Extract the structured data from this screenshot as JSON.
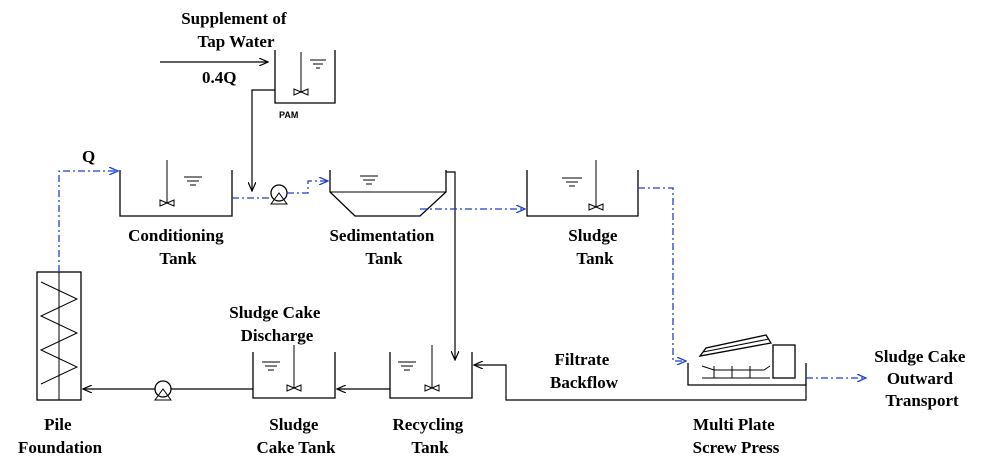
{
  "labels": {
    "supplement": [
      "Supplement of",
      "Tap Water"
    ],
    "tap_flow": "0.4Q",
    "pam": "PAM",
    "q": "Q",
    "conditioning_tank": [
      "Conditioning",
      "Tank"
    ],
    "sedimentation_tank": [
      "Sedimentation",
      "Tank"
    ],
    "sludge_tank": [
      "Sludge",
      "Tank"
    ],
    "sludge_cake_discharge": [
      "Sludge Cake",
      "Discharge"
    ],
    "filtrate_backflow": [
      "Filtrate",
      "Backflow"
    ],
    "sludge_cake_outward": [
      "Sludge Cake",
      "Outward",
      "Transport"
    ],
    "pile_foundation": [
      "Pile",
      "Foundation"
    ],
    "sludge_cake_tank": [
      "Sludge",
      "Cake Tank"
    ],
    "recycling_tank": [
      "Recycling",
      "Tank"
    ],
    "screw_press": [
      "Multi Plate",
      "Screw Press"
    ]
  },
  "colors": {
    "sludge_flow": "#1f3fcf",
    "pipe": "#000000"
  }
}
